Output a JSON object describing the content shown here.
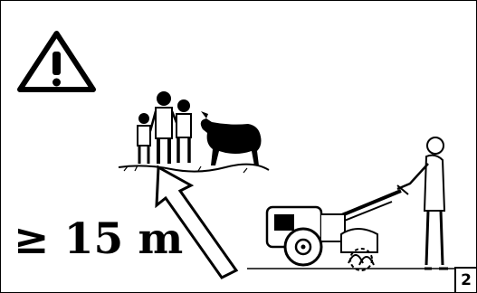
{
  "icons": {
    "warning": "warning-triangle-icon",
    "people": "bystanders-illustration",
    "arrow": "arrow-pointer-icon",
    "tiller": "walk-behind-tiller-illustration"
  },
  "distance_label": "≥ 15 m",
  "page_number": "2",
  "colors": {
    "ink": "#000000",
    "paper": "#ffffff"
  }
}
